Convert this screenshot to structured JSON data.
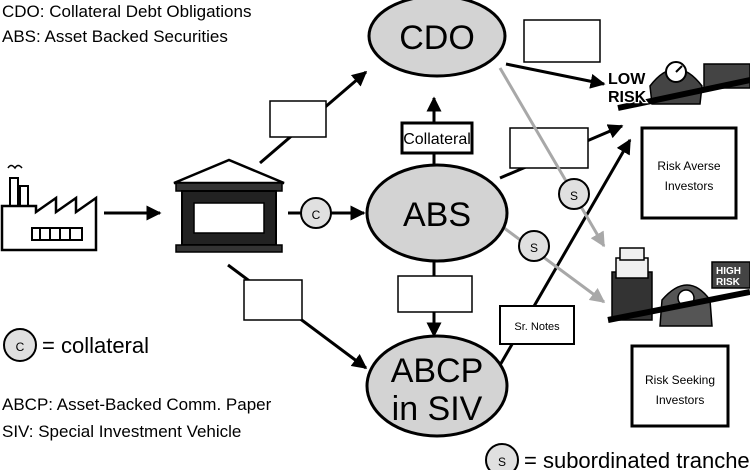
{
  "legend": {
    "cdo_def": "CDO: Collateral Debt Obligations",
    "abs_def": "ABS: Asset Backed Securities",
    "collateral_symbol": "C",
    "collateral_text": "= collateral",
    "abcp_def": "ABCP: Asset-Backed Comm. Paper",
    "siv_def": "SIV: Special Investment Vehicle",
    "subordinated_symbol": "S",
    "subordinated_text": "= subordinated tranches"
  },
  "nodes": {
    "cdo": "CDO",
    "abs": "ABS",
    "abcp_line1": "ABCP",
    "abcp_line2": "in SIV"
  },
  "labels": {
    "collateral_box": "Collateral",
    "sr_notes": "Sr. Notes",
    "c_marker": "C",
    "s_marker": "S"
  },
  "investors": {
    "risk_averse_line1": "Risk Averse",
    "risk_averse_line2": "Investors",
    "risk_seeking_line1": "Risk Seeking",
    "risk_seeking_line2": "Investors",
    "low_risk_line1": "LOW",
    "low_risk_line2": "RISK",
    "high_risk_line1": "HIGH",
    "high_risk_line2": "RISK"
  },
  "colors": {
    "node_fill": "#d3d3d3",
    "marker_fill": "#e0e0e0",
    "gray_arrow": "#a8a8a8",
    "ink": "#000000"
  },
  "icons": [
    "factory-icon",
    "bank-building-icon",
    "low-risk-scale-icon",
    "high-risk-scale-icon"
  ]
}
